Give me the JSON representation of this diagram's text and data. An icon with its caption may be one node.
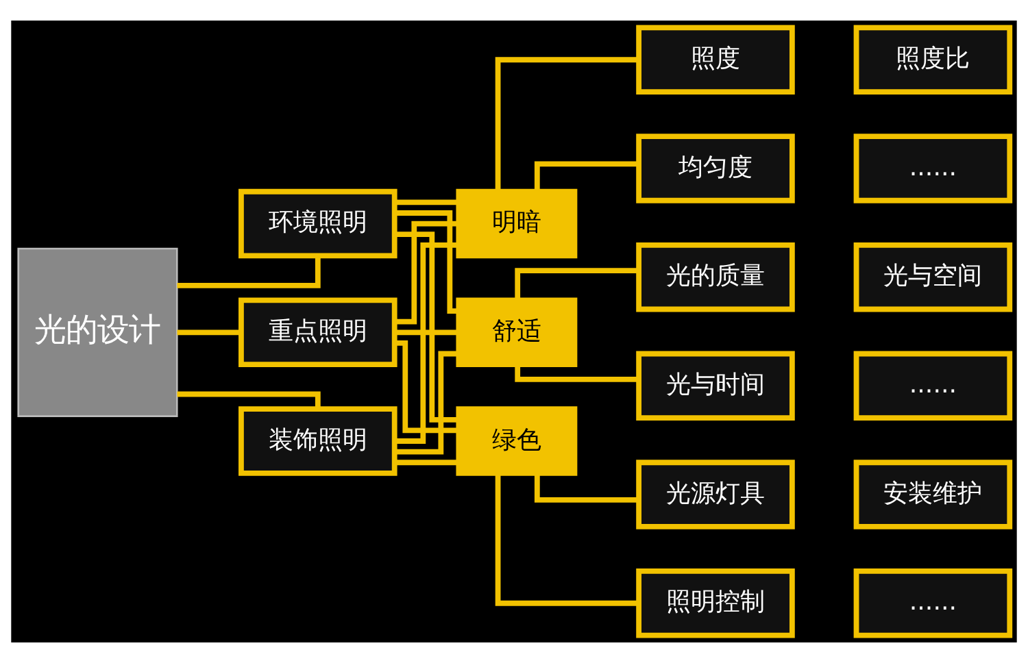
{
  "diagram": {
    "nodes": [
      {
        "text": [
          "光的设计"
        ]
      },
      {
        "text": [
          "环境照明"
        ]
      },
      {
        "text": [
          "重点照明"
        ]
      },
      {
        "text": [
          "装饰照明"
        ]
      },
      {
        "text": [
          "明暗"
        ]
      },
      {
        "text": [
          "照度"
        ]
      },
      {
        "text": [
          "照度比"
        ]
      },
      {
        "text": [
          "均匀度"
        ]
      },
      {
        "text": [
          "......"
        ]
      },
      {
        "text": [
          "舒适"
        ]
      },
      {
        "text": [
          "光的质量"
        ]
      },
      {
        "text": [
          "光与空间"
        ]
      },
      {
        "text": [
          "光与时间"
        ]
      },
      {
        "text": [
          "......"
        ]
      },
      {
        "text": [
          "绿色"
        ]
      },
      {
        "text": [
          "光源灯具"
        ]
      },
      {
        "text": [
          "安装维护"
        ]
      },
      {
        "text": [
          "照明控制"
        ]
      },
      {
        "text": [
          "......"
        ]
      }
    ],
    "edges": [
      {
        "from": 0,
        "to": 1,
        "arrow": "none"
      },
      {
        "from": 0,
        "to": 2,
        "arrow": "none"
      },
      {
        "from": 0,
        "to": 3,
        "arrow": "none"
      },
      {
        "from": 1,
        "to": 4,
        "arrow": "none"
      },
      {
        "from": 1,
        "to": 9,
        "arrow": "none"
      },
      {
        "from": 1,
        "to": 14,
        "arrow": "none"
      },
      {
        "from": 2,
        "to": 4,
        "arrow": "none"
      },
      {
        "from": 2,
        "to": 9,
        "arrow": "none"
      },
      {
        "from": 2,
        "to": 14,
        "arrow": "none"
      },
      {
        "from": 3,
        "to": 4,
        "arrow": "none"
      },
      {
        "from": 3,
        "to": 9,
        "arrow": "none"
      },
      {
        "from": 3,
        "to": 14,
        "arrow": "none"
      },
      {
        "from": 4,
        "to": 5,
        "arrow": "none"
      },
      {
        "from": 4,
        "to": 7,
        "arrow": "none"
      },
      {
        "from": 9,
        "to": 10,
        "arrow": "none"
      },
      {
        "from": 9,
        "to": 12,
        "arrow": "none"
      },
      {
        "from": 14,
        "to": 15,
        "arrow": "none"
      },
      {
        "from": 14,
        "to": 17,
        "arrow": "none"
      }
    ]
  }
}
